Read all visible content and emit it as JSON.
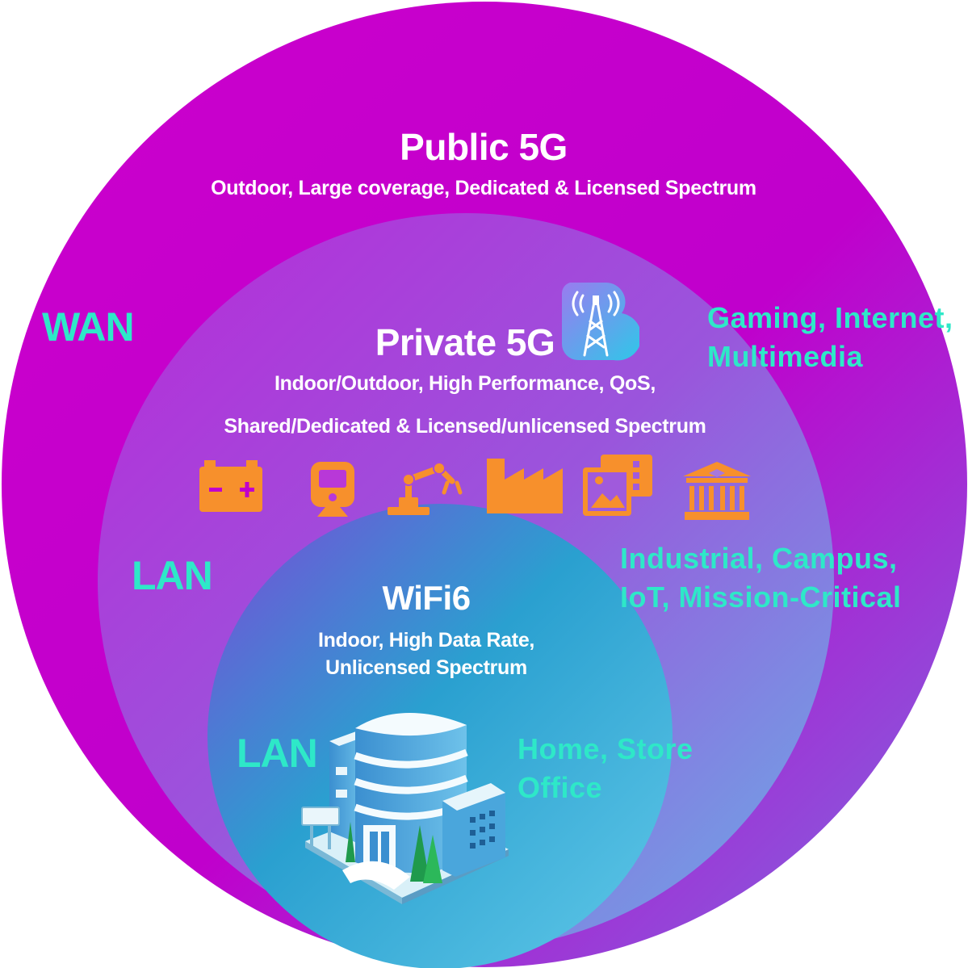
{
  "public5g": {
    "title": "Public 5G",
    "subtitle": "Outdoor, Large coverage, Dedicated & Licensed  Spectrum",
    "scope_label": "WAN",
    "uses": [
      "Gaming, Internet,",
      "Multimedia"
    ]
  },
  "private5g": {
    "title": "Private 5G",
    "subtitle_line1": "Indoor/Outdoor, High Performance, QoS,",
    "subtitle_line2": "Shared/Dedicated & Licensed/unlicensed Spectrum",
    "scope_label": "LAN",
    "uses": [
      "Industrial, Campus,",
      "IoT, Mission-Critical"
    ],
    "icons": [
      "battery-icon",
      "train-icon",
      "robot-arm-icon",
      "factory-icon",
      "gallery-icon",
      "campus-building-icon"
    ]
  },
  "wifi6": {
    "title": "WiFi6",
    "subtitle_line1": "Indoor, High Data Rate,",
    "subtitle_line2": "Unlicensed Spectrum",
    "scope_label": "LAN",
    "uses": [
      "Home, Store",
      "Office"
    ]
  },
  "colors": {
    "outer_ring": "#c800c8",
    "middle_ring": "#a43fd8",
    "inner_ring": "#3aa0d8",
    "accent_text": "#2ee8c8",
    "icon_orange": "#f7902c"
  }
}
